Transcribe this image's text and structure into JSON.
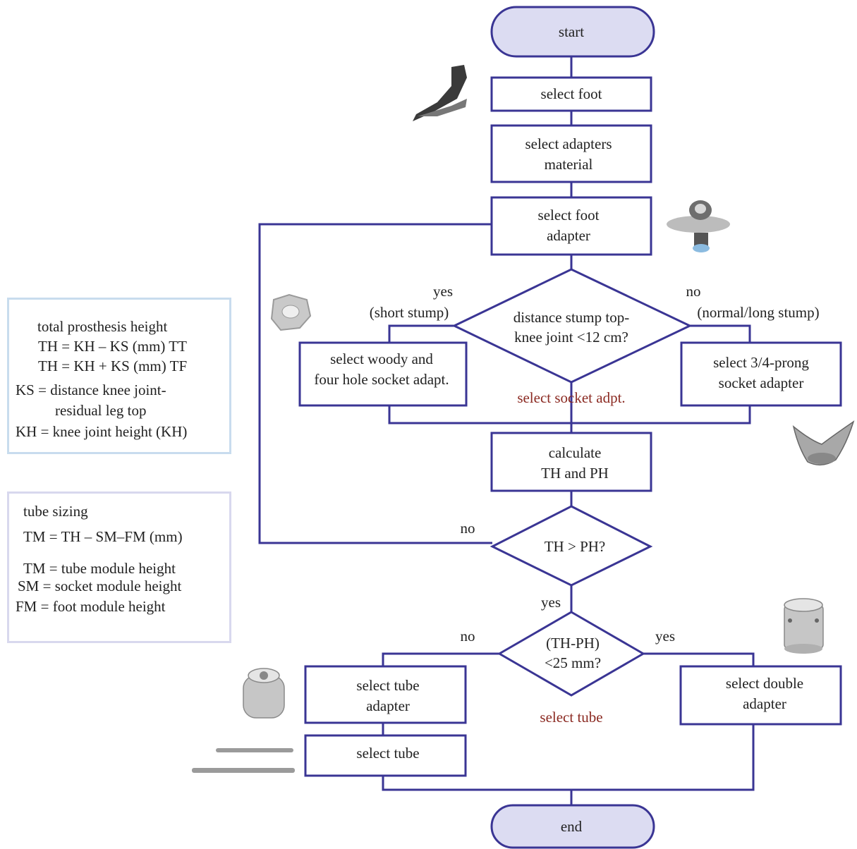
{
  "nodes": {
    "start": "start",
    "select_foot": "select foot",
    "select_adapters_material": [
      "select adapters",
      "material"
    ],
    "select_foot_adapter": [
      "select foot",
      "adapter"
    ],
    "decision_stump": [
      "distance stump top-",
      "knee joint <12 cm?"
    ],
    "select_woody": [
      "select woody and",
      "four hole socket adapt."
    ],
    "select_prong": [
      "select 3/4-prong",
      "socket adapter"
    ],
    "calculate": [
      "calculate",
      "TH and PH"
    ],
    "decision_th_ph": "TH > PH?",
    "decision_diff": [
      "(TH-PH)",
      "<25 mm?"
    ],
    "select_tube_adapter": [
      "select tube",
      "adapter"
    ],
    "select_tube": "select tube",
    "select_double_adapter": [
      "select double",
      "adapter"
    ],
    "end": "end"
  },
  "labels": {
    "yes_short": [
      "yes",
      "(short stump)"
    ],
    "no_normal": [
      "no",
      "(normal/long stump)"
    ],
    "select_socket_adpt": "select socket adpt.",
    "no_loop": "no",
    "yes_down": "yes",
    "no_left": "no",
    "yes_right": "yes",
    "select_tube_group": "select tube"
  },
  "info_box_height": {
    "title": "total prosthesis height",
    "lines": [
      "TH = KH – KS (mm) TT",
      "TH = KH + KS (mm) TF",
      "KS = distance knee joint-",
      "residual leg top",
      "KH = knee joint height (KH)"
    ]
  },
  "info_box_tube": {
    "title": "tube sizing",
    "lines": [
      "TM = TH – SM–FM (mm)",
      "TM = tube module height",
      "SM = socket module height",
      "FM = foot module height"
    ]
  },
  "colors": {
    "flow": "#3a3594",
    "terminal_fill": "#dcdcf2",
    "label_red": "#8b2a22",
    "info_border_height": "#c8dcee",
    "info_border_tube": "#d8d8ee"
  }
}
